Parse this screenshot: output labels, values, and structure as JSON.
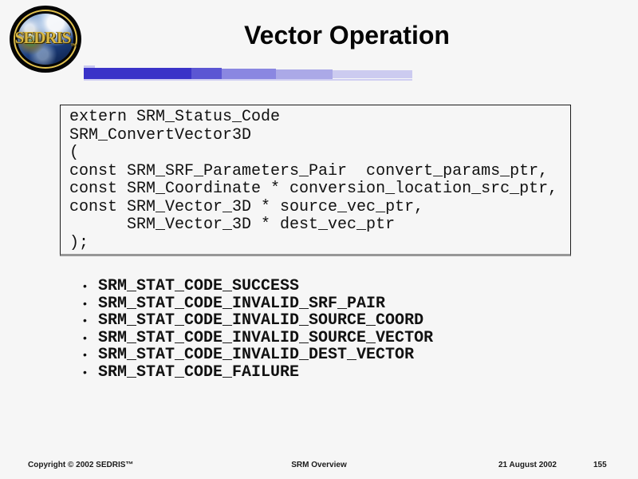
{
  "slide": {
    "title": "Vector Operation",
    "background_color": "#f6f6f6"
  },
  "logo": {
    "text": "SEDRIS",
    "tm": "™",
    "gold_color": "#d9b844"
  },
  "divider": {
    "accent_color": "#c9c8f0",
    "underline_color": "#cfcef2",
    "segments": [
      {
        "width": 135,
        "height": 15,
        "color": "#3a33c8"
      },
      {
        "width": 38,
        "height": 15,
        "color": "#5b56d3"
      },
      {
        "width": 68,
        "height": 13,
        "color": "#8a87e1"
      },
      {
        "width": 71,
        "height": 12,
        "color": "#aba9e7"
      },
      {
        "width": 100,
        "height": 10,
        "color": "#cccbf0"
      }
    ]
  },
  "code_box": {
    "lines": [
      "extern SRM_Status_Code",
      "SRM_ConvertVector3D",
      "(",
      "const SRM_SRF_Parameters_Pair  convert_params_ptr,",
      "const SRM_Coordinate * conversion_location_src_ptr,",
      "const SRM_Vector_3D * source_vec_ptr,",
      "      SRM_Vector_3D * dest_vec_ptr",
      ");"
    ]
  },
  "bullets": {
    "bullet_char": "•",
    "items": [
      "SRM_STAT_CODE_SUCCESS",
      "SRM_STAT_CODE_INVALID_SRF_PAIR",
      "SRM_STAT_CODE_INVALID_SOURCE_COORD",
      "SRM_STAT_CODE_INVALID_SOURCE_VECTOR",
      "SRM_STAT_CODE_INVALID_DEST_VECTOR",
      "SRM_STAT_CODE_FAILURE"
    ]
  },
  "footer": {
    "copyright": "Copyright © 2002 SEDRIS™",
    "center": "SRM Overview",
    "date": "21 August 2002",
    "page": "155"
  }
}
